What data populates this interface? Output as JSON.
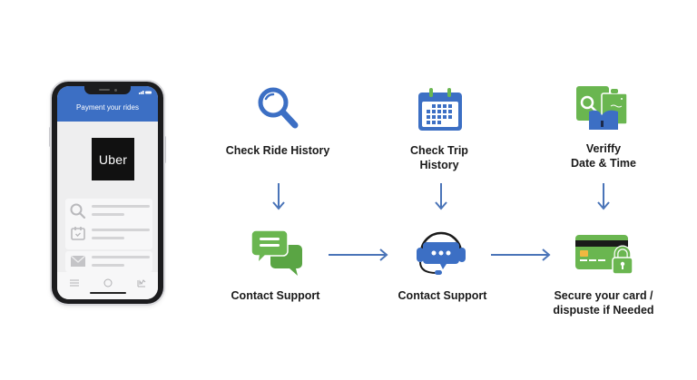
{
  "phone": {
    "screen_title": "Payment your rides",
    "logo_text": "Uber",
    "colors": {
      "header": "#3c6fc4",
      "logo_bg": "#111111"
    },
    "list_items": [
      {
        "icon": "search-icon"
      },
      {
        "icon": "calendar-icon"
      },
      {
        "icon": "mail-icon"
      }
    ],
    "tab_bar": [
      {
        "icon": "menu-icon"
      },
      {
        "icon": "home-icon"
      },
      {
        "icon": "chart-icon"
      }
    ]
  },
  "steps": {
    "row1": [
      {
        "label": "Check Ride History",
        "icon": "magnifier-icon"
      },
      {
        "label_line1": "Check Trip",
        "label_line2": "History",
        "icon": "calendar-icon"
      },
      {
        "label_line1": "Veriffy",
        "label_line2": "Date & Time",
        "icon": "verify-document-icon"
      }
    ],
    "row2": [
      {
        "label": "Contact Support",
        "icon": "chat-bubbles-icon"
      },
      {
        "label": "Contact Support",
        "icon": "headset-icon"
      },
      {
        "label_line1": "Secure your card /",
        "label_line2": "dispuste if Needed",
        "icon": "card-lock-icon"
      }
    ]
  },
  "colors": {
    "blue": "#3c6fc4",
    "green": "#6ab650",
    "arrow": "#4a74b8"
  }
}
